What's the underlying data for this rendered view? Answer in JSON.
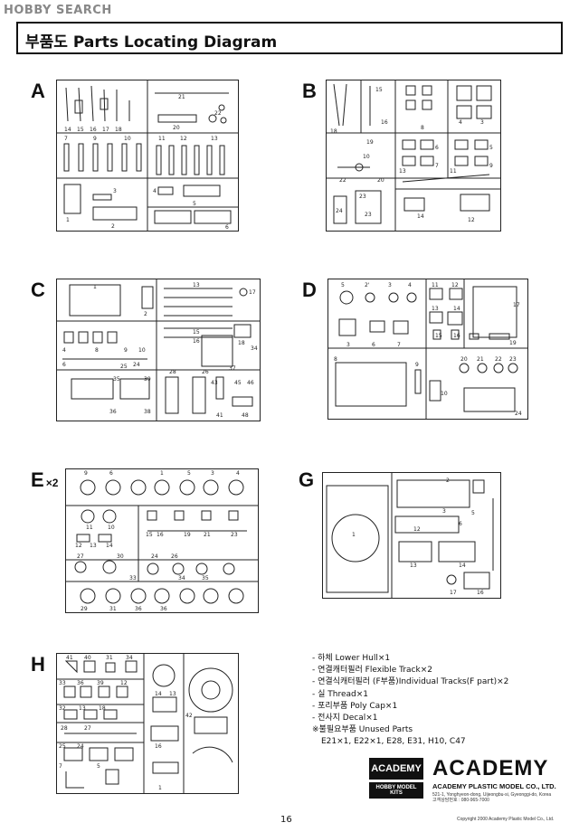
{
  "watermark": "HOBBY SEARCH",
  "header": {
    "title": "부품도  Parts Locating Diagram"
  },
  "sprues": [
    {
      "label": "A",
      "suffix": ""
    },
    {
      "label": "B",
      "suffix": ""
    },
    {
      "label": "C",
      "suffix": ""
    },
    {
      "label": "D",
      "suffix": ""
    },
    {
      "label": "E",
      "suffix": "×2"
    },
    {
      "label": "G",
      "suffix": ""
    },
    {
      "label": "H",
      "suffix": ""
    }
  ],
  "legend": {
    "items": [
      "- 하체  Lower Hull×1",
      "- 연결캐터필러  Flexible Track×2",
      "- 연결식캐터필러 (F부품)Individual Tracks(F part)×2",
      "- 실  Thread×1",
      "- 포리부품  Poly Cap×1",
      "- 전사지  Decal×1",
      "※불필요부품  Unused Parts"
    ],
    "unused": "E21×1,  E22×1,  E28,  E31,  H10,  C47"
  },
  "logos": {
    "academy_box": "ACADEMY",
    "academy_box_sub": "HOBBY MODEL KITS",
    "academy_brand": "ACADEMY",
    "company": "ACADEMY PLASTIC MODEL CO., LTD.",
    "address_line1": "521-1, Yonghyeon-dong, Uijeongbu-si, Gyeonggi-do, Korea",
    "address_line2": "고객상담번호 : 080-965-7000"
  },
  "page_number": "16",
  "copyright": "Copyright 2000 Academy Plastic Model Co., Ltd."
}
